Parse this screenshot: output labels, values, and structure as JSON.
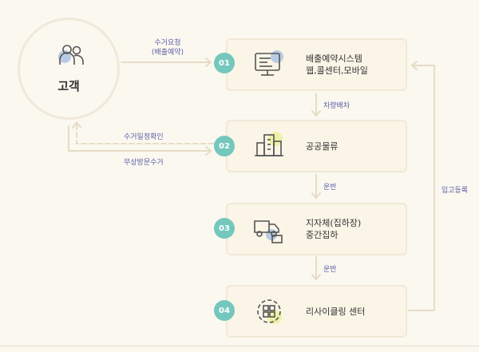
{
  "customer": {
    "label": "고객",
    "icon": "users-icon"
  },
  "steps": [
    {
      "number": "01",
      "lines": [
        "배출예약시스템",
        "웹,콜센터,모바일"
      ],
      "icon": "monitor-icon"
    },
    {
      "number": "02",
      "lines": [
        "공공물류"
      ],
      "icon": "warehouse-icon"
    },
    {
      "number": "03",
      "lines": [
        "지자체(집하장)",
        "중간집하"
      ],
      "icon": "truck-icon"
    },
    {
      "number": "04",
      "lines": [
        "리사이클링 센터"
      ],
      "icon": "recycle-icon"
    }
  ],
  "arrow_labels": {
    "request_line1": "수거요청",
    "request_line2": "(배출예약)",
    "confirm": "수거일정확인",
    "free_visit": "무상방문수거",
    "dispatch": "차량배차",
    "transport_1": "운반",
    "transport_2": "운반",
    "warehousing": "입고등록"
  },
  "colors": {
    "background": "#fbf8f0",
    "box_fill": "#faf5e7",
    "box_border": "#f1e9d6",
    "badge": "#74c7bd",
    "label_text": "#5e5fa6",
    "arrow": "#e6dcc5",
    "icon_accent_yellow": "#eef1a8",
    "icon_accent_blue": "#b9cbe4"
  }
}
